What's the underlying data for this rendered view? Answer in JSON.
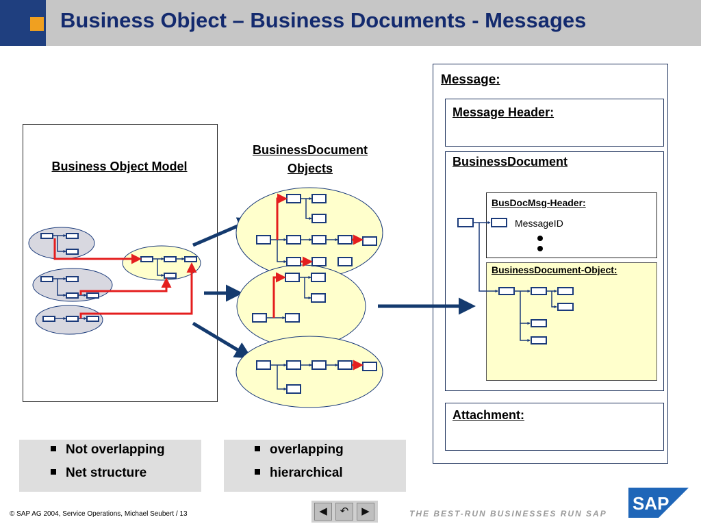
{
  "slide": {
    "title": "Business Object – Business Documents - Messages",
    "footer": "SAP AG 2004, Service Operations, Michael Seubert / 13",
    "footer_copyright": "©",
    "tagline": "THE BEST-RUN BUSINESSES RUN SAP",
    "logo_text": "SAP"
  },
  "diagram": {
    "bom_title": "Business Object Model",
    "bdo_title_line1": "BusinessDocument",
    "bdo_title_line2": "Objects",
    "message_title": "Message:",
    "message_header": "Message Header:",
    "business_document": "BusinessDocument",
    "busdocmsg_header": "BusDocMsg-Header:",
    "message_id": "MessageID",
    "bd_object": "BusinessDocument-Object:",
    "attachment": "Attachment:"
  },
  "bullets": {
    "left": [
      "Not overlapping",
      "Net structure"
    ],
    "right": [
      "overlapping",
      "hierarchical"
    ]
  },
  "nav": {
    "prev": "◀",
    "home": "↶",
    "next": "▶"
  },
  "colors": {
    "title_bar": "#c6c6c6",
    "title_text": "#132a6e",
    "accent_orange": "#f0a020",
    "ellipse_yellow": "#ffffcc",
    "ellipse_grey": "#d8d8e0",
    "relation_red": "#e41e1e",
    "arrow_navy": "#143a6e"
  }
}
